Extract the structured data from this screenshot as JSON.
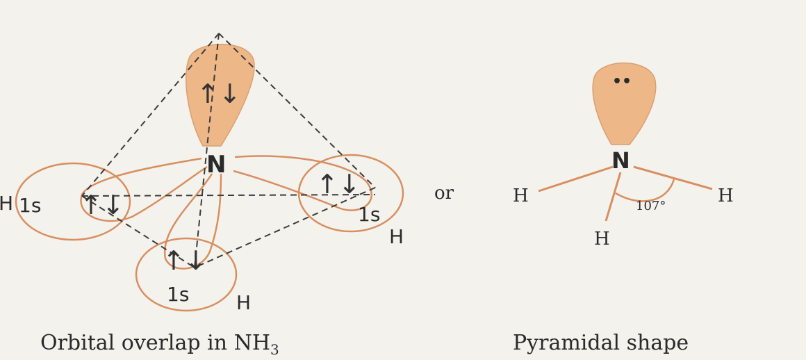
{
  "left_diagram": {
    "central_atom": "N",
    "lone_pair_arrows": "↑↓",
    "orbital_label_left": "1s",
    "orbital_label_right": "1s",
    "orbital_label_bottom": "1s",
    "h_left": "H",
    "h_right": "H",
    "h_bottom": "H",
    "bond_pair_left": "↑↓",
    "bond_pair_right": "↑↓",
    "bond_pair_bottom": "↑↓",
    "caption": "Orbital overlap in NH",
    "caption_subscript": "3"
  },
  "separator": "or",
  "right_diagram": {
    "central_atom": "N",
    "lone_pair_dots": "••",
    "h_left": "H",
    "h_right": "H",
    "h_bottom": "H",
    "bond_angle": "107°",
    "caption": "Pyramidal shape"
  },
  "colors": {
    "lobe_fill": "#eeb787",
    "lobe_stroke": "#d9a072",
    "orbital_stroke": "#d98e60",
    "dashed_line": "#3b3b3b",
    "text": "#2a2a2a"
  }
}
